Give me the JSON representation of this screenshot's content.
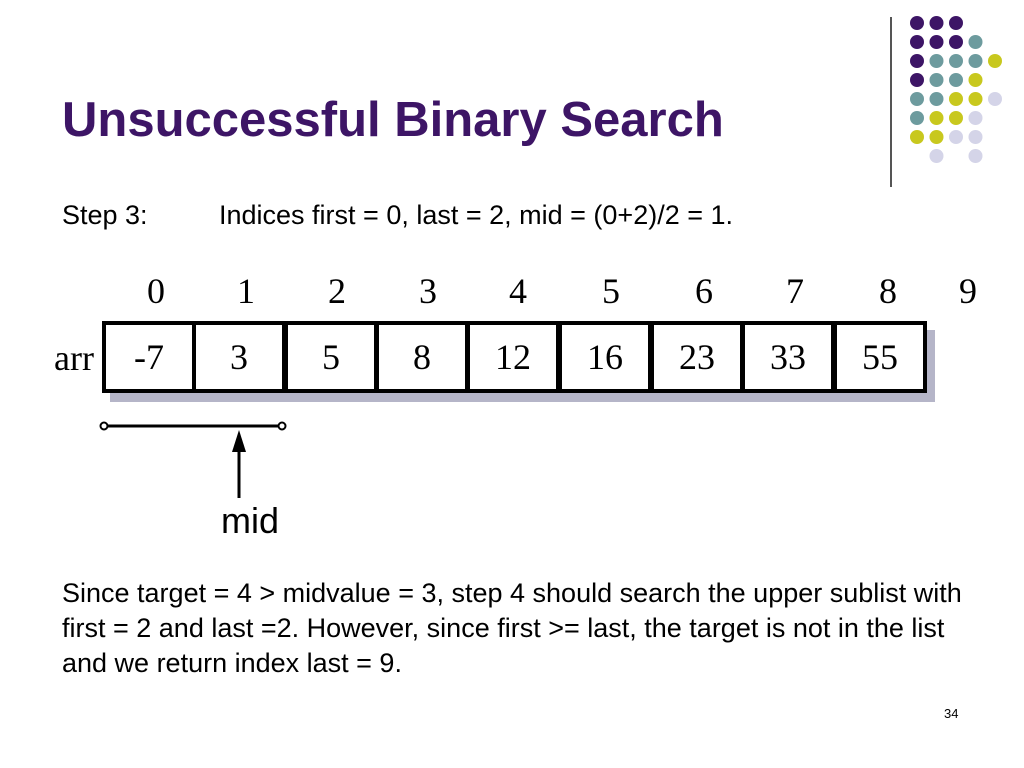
{
  "title": "Unsuccessful Binary Search",
  "step": {
    "label": "Step 3:",
    "text": "Indices first = 0, last = 2, mid = (0+2)/2 = 1."
  },
  "array": {
    "name": "arr",
    "indices": [
      "0",
      "1",
      "2",
      "3",
      "4",
      "5",
      "6",
      "7",
      "8",
      "9"
    ],
    "values": [
      "-7",
      "3",
      "5",
      "8",
      "12",
      "16",
      "23",
      "33",
      "55"
    ]
  },
  "pointer_label": "mid",
  "explanation": "Since target = 4 > midvalue = 3, step 4 should search the upper sublist with first = 2 and last =2. However, since first >= last, the target is not in the list and we return index last = 9.",
  "page_number": "34",
  "colors": {
    "title": "#3d1566",
    "dot_purple": "#3d1566",
    "dot_teal": "#6d9b9e",
    "dot_yellow": "#c8c81e",
    "dot_lavender": "#d4d4e8",
    "cell_shadow": "#b5b5c8"
  }
}
